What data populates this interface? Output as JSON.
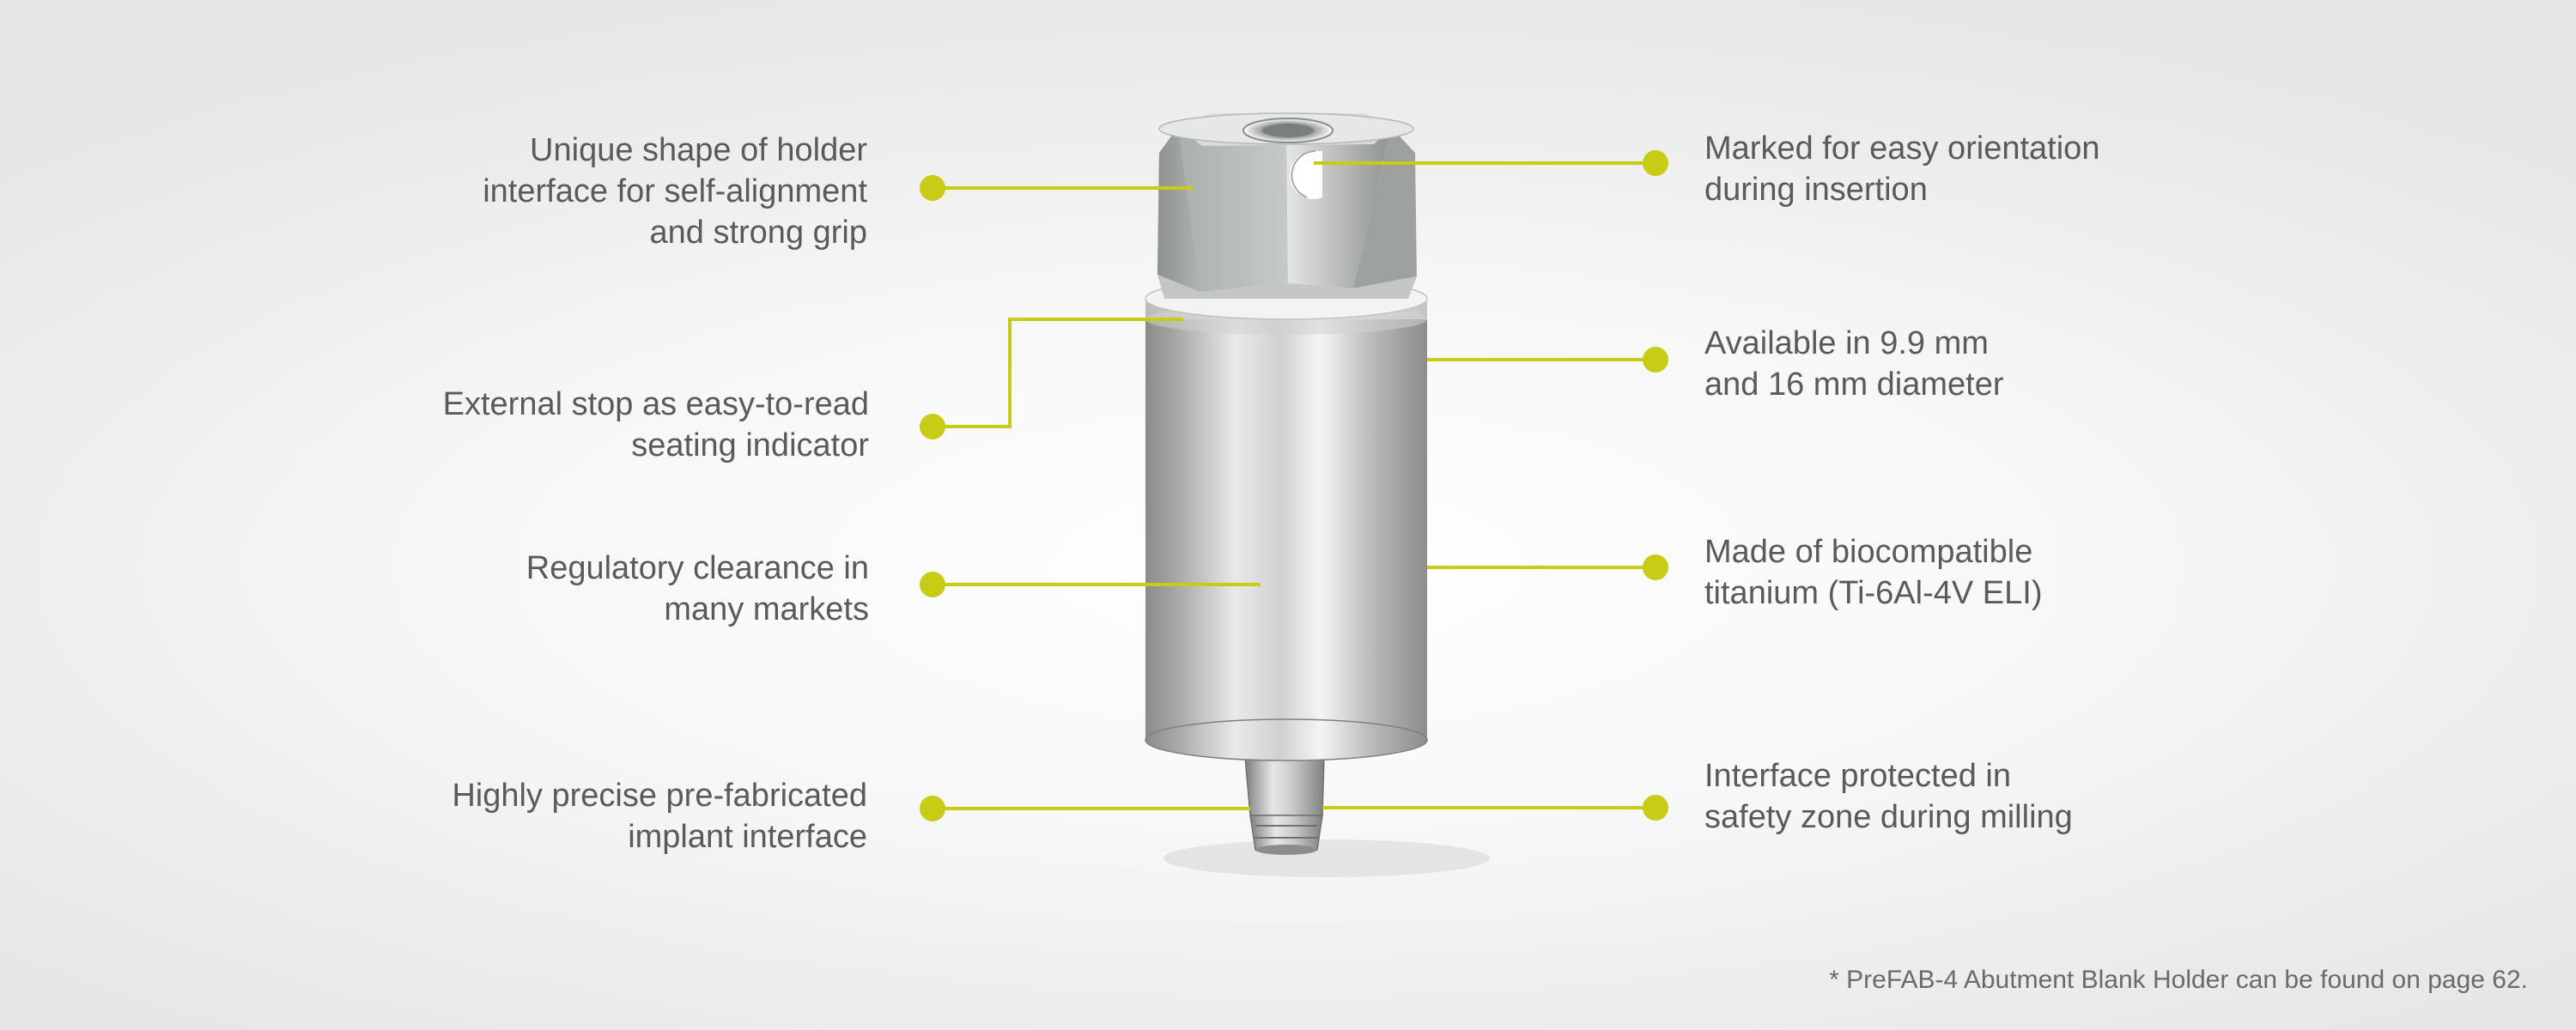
{
  "callouts": {
    "holder_interface": "Unique shape of holder\ninterface for self-alignment\nand strong grip",
    "external_stop": "External stop as easy-to-read\nseating indicator",
    "regulatory": "Regulatory clearance in\nmany markets",
    "implant_interface": "Highly precise pre-fabricated\nimplant interface",
    "orientation_mark": "Marked for easy orientation\nduring insertion",
    "diameters": "Available in 9.9 mm\nand 16 mm diameter",
    "material": "Made of biocompatible\ntitanium (Ti-6Al-4V ELI)",
    "safety_zone": "Interface protected in\nsafety zone during milling"
  },
  "footnote": "* PreFAB-4 Abutment Blank Holder can be found on page 62.",
  "colors": {
    "accent_lime": "#c8cc14",
    "text_gray": "#5a5a5a",
    "metal": "#c4c6c4"
  }
}
